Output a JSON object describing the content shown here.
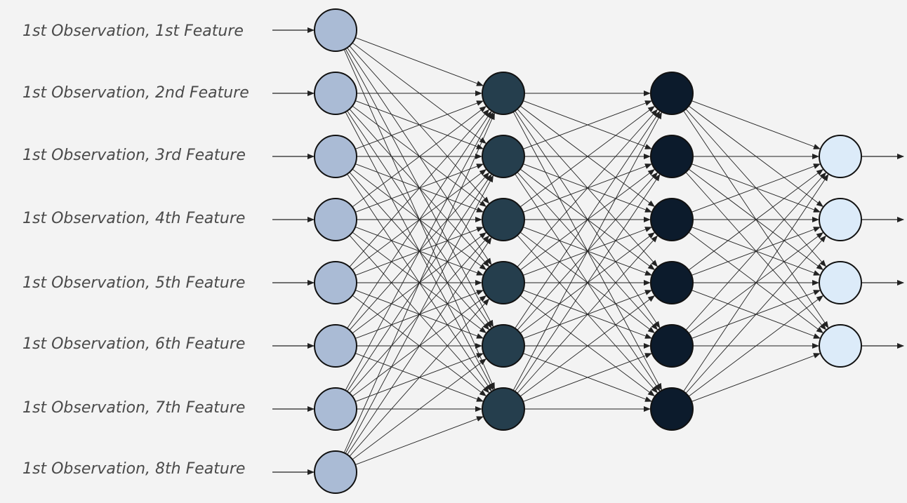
{
  "diagram": {
    "input_labels": [
      "1st Observation, 1st Feature",
      "1st Observation, 2nd Feature",
      "1st Observation, 3rd Feature",
      "1st Observation, 4th Feature",
      "1st Observation, 5th Feature",
      "1st Observation, 6th Feature",
      "1st Observation, 7th Feature",
      "1st Observation, 8th Feature"
    ],
    "layers": [
      {
        "role": "input",
        "node_count": 8,
        "fill": "#aabbd5"
      },
      {
        "role": "hidden",
        "node_count": 6,
        "fill": "#253e4d"
      },
      {
        "role": "hidden",
        "node_count": 6,
        "fill": "#0c1b2c"
      },
      {
        "role": "output",
        "node_count": 4,
        "fill": "#dcebf9"
      }
    ],
    "connections": "fully-connected",
    "colors": {
      "background": "#f3f3f3",
      "edge": "#222222",
      "node_stroke": "#111111",
      "label_text": "#4a4a4a"
    }
  }
}
